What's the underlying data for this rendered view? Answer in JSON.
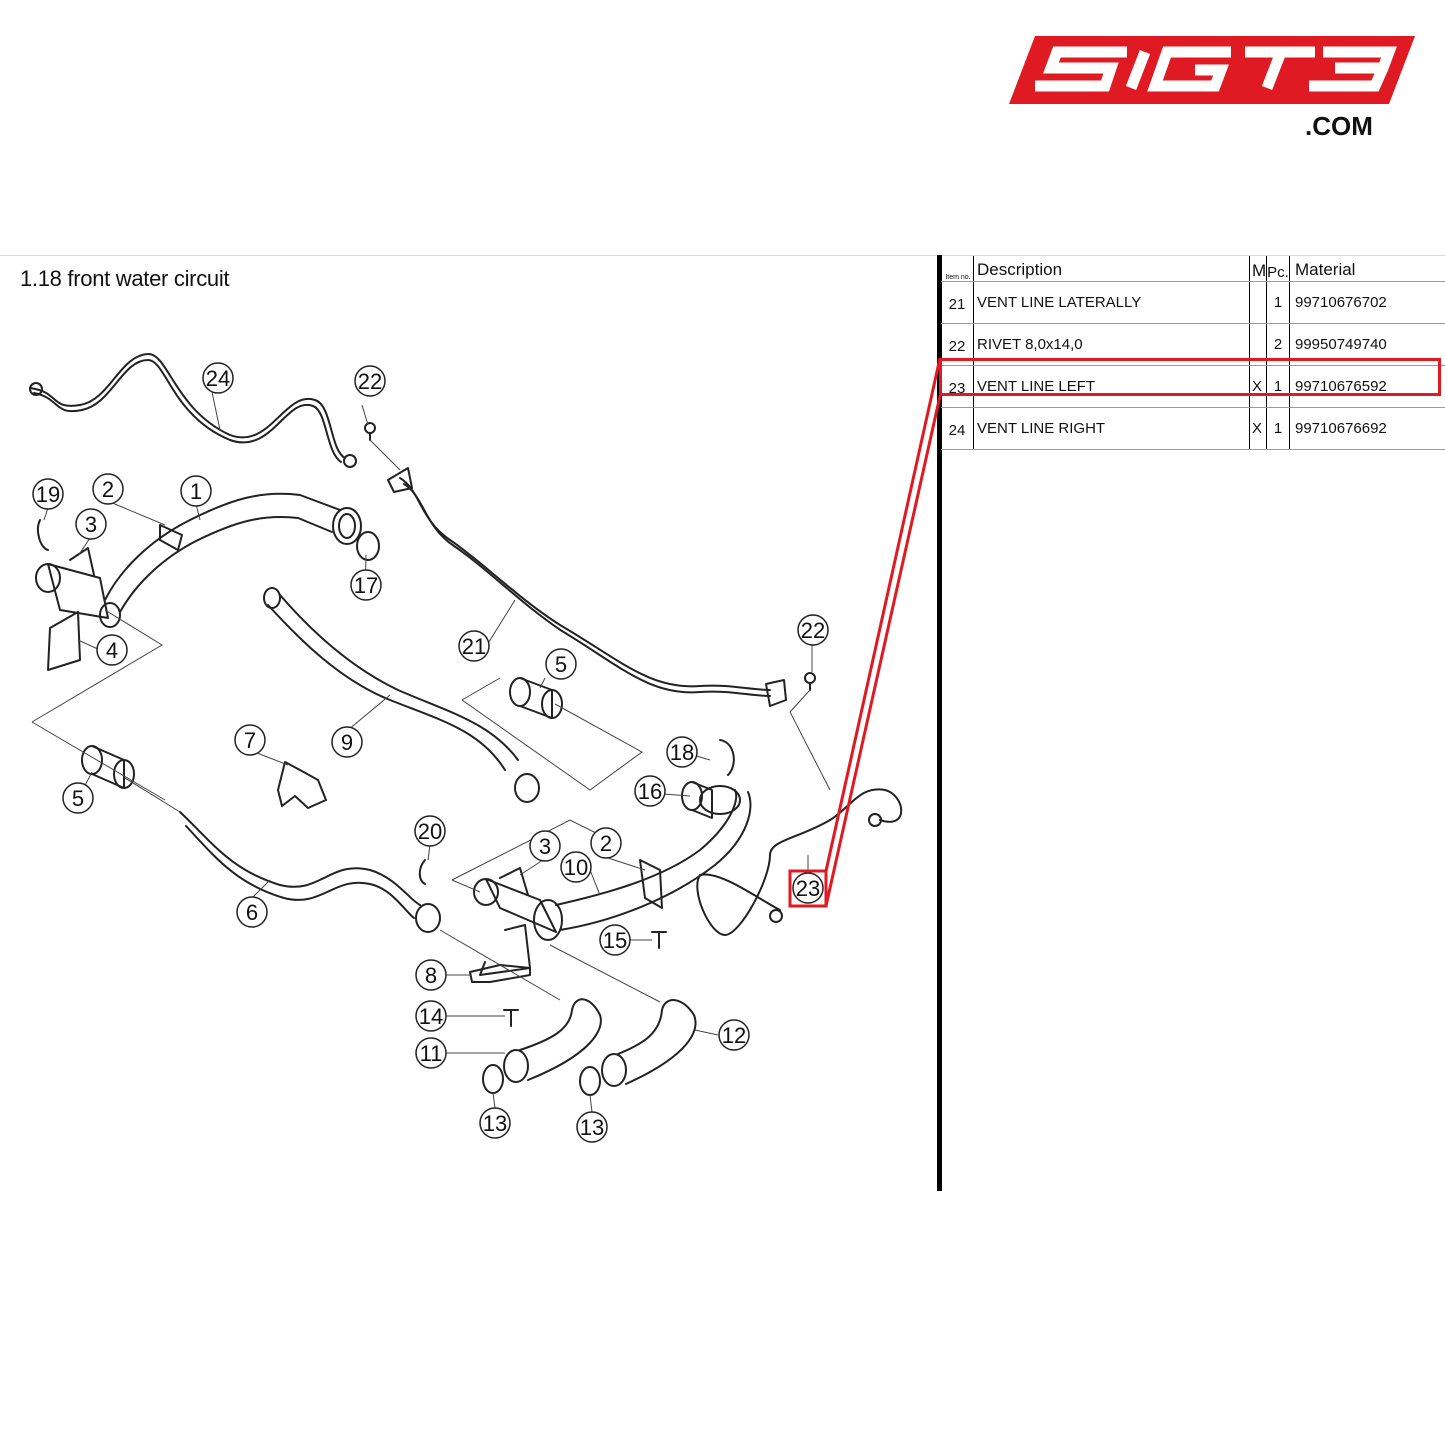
{
  "logo": {
    "text": "SIGT3",
    "suffix": ".COM",
    "color": "#e01a22"
  },
  "section": {
    "title": "1.18  front water circuit"
  },
  "table": {
    "headers": {
      "item": "Item no.",
      "description": "Description",
      "m": "M",
      "pc": "Pc.",
      "material": "Material"
    },
    "rows": [
      {
        "item": "21",
        "description": "VENT LINE LATERALLY",
        "m": "",
        "pc": "1",
        "material": "99710676702"
      },
      {
        "item": "22",
        "description": "RIVET 8,0x14,0",
        "m": "",
        "pc": "2",
        "material": "99950749740"
      },
      {
        "item": "23",
        "description": "VENT LINE LEFT",
        "m": "X",
        "pc": "1",
        "material": "99710676592"
      },
      {
        "item": "24",
        "description": "VENT LINE RIGHT",
        "m": "X",
        "pc": "1",
        "material": "99710676692"
      }
    ]
  },
  "highlight": {
    "item": "23",
    "color": "#e01a22"
  },
  "diagram": {
    "callouts": [
      "1",
      "2",
      "3",
      "4",
      "5",
      "6",
      "7",
      "8",
      "9",
      "10",
      "11",
      "12",
      "13",
      "14",
      "15",
      "16",
      "17",
      "18",
      "19",
      "20",
      "21",
      "22",
      "23",
      "24",
      "2",
      "3",
      "5",
      "13",
      "22"
    ]
  }
}
